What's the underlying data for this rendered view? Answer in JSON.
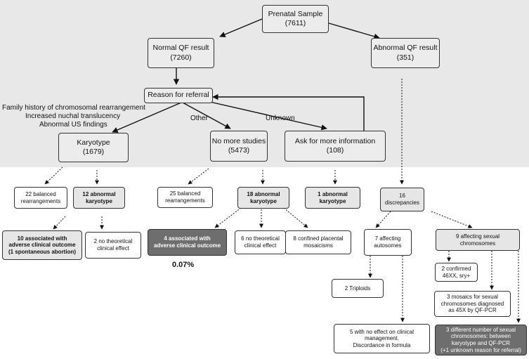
{
  "nodes": {
    "prenatal": "Prenatal Sample\n(7611)",
    "normal_qf": "Normal QF result\n(7260)",
    "abnormal_qf": "Abnormal QF result\n(351)",
    "reason": "Reason for referral",
    "karyotype": "Karyotype\n(1679)",
    "no_more": "No more studies\n(5473)",
    "ask_more": "Ask for more information\n(108)",
    "k_balanced": "22 balanced\nrearrangements",
    "k_abnormal": "12 abnormal\nkaryotype",
    "k_adverse": "10 associated with\nadverse clinical outcome\n(1 spontaneous abortion)",
    "k_no_effect": "2 no theoretical\nclinical effect",
    "n_balanced": "25 balanced\nrearrangements",
    "n_abnormal": "18 abnormal\nkaryotype",
    "n_adverse": "4 associated with\nadverse clinical outcome",
    "n_no_effect": "6 no theoretical\nclinical effect",
    "n_placental": "8 confined placental\nmosaicisms",
    "a_abnormal": "1 abnormal\nkaryotype",
    "discrepancies": "16\ndiscrepancies",
    "autosomes": "7 affecting\nautosomes",
    "triploids": "2 Triploids",
    "no_effect_mgmt": "5 with no effect on clinical\nmanagement.\nDiscordance in formula",
    "sexual": "9 affecting sexual\nchromosomes",
    "confirmed": "2 confirmed\n46XX, sry+",
    "mosaics": "3 mosaics for sexual\nchromosomes diagnosed\nas 45X  by QF-PCR",
    "different": "3 different number of sexual\nchromosomes: between\nkaryotype and QF-PCR\n(+1 unknown reason for referral)"
  },
  "labels": {
    "family_history": "Family history of chromosomal rearrangement",
    "nuchal": "Increased nuchal translucency",
    "us_findings": "Abnormal US findings",
    "other": "Other",
    "unknown": "Unknown"
  },
  "percent": "0.07%"
}
